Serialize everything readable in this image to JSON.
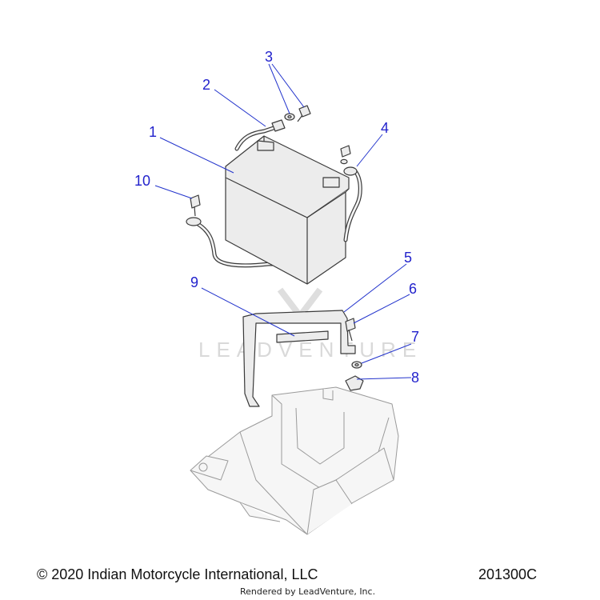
{
  "callouts": [
    {
      "id": "1",
      "label": "1"
    },
    {
      "id": "2",
      "label": "2"
    },
    {
      "id": "3",
      "label": "3"
    },
    {
      "id": "4",
      "label": "4"
    },
    {
      "id": "5",
      "label": "5"
    },
    {
      "id": "6",
      "label": "6"
    },
    {
      "id": "7",
      "label": "7"
    },
    {
      "id": "8",
      "label": "8"
    },
    {
      "id": "9",
      "label": "9"
    },
    {
      "id": "10",
      "label": "10"
    }
  ],
  "watermark": "LEADVENTURE",
  "footer": {
    "copyright": "© 2020 Indian Motorcycle International, LLC",
    "drawing_number": "201300C",
    "rendered_by": "Rendered by LeadVenture, Inc."
  },
  "colors": {
    "callout": "#2222cc",
    "line": "#3a3a3a"
  }
}
